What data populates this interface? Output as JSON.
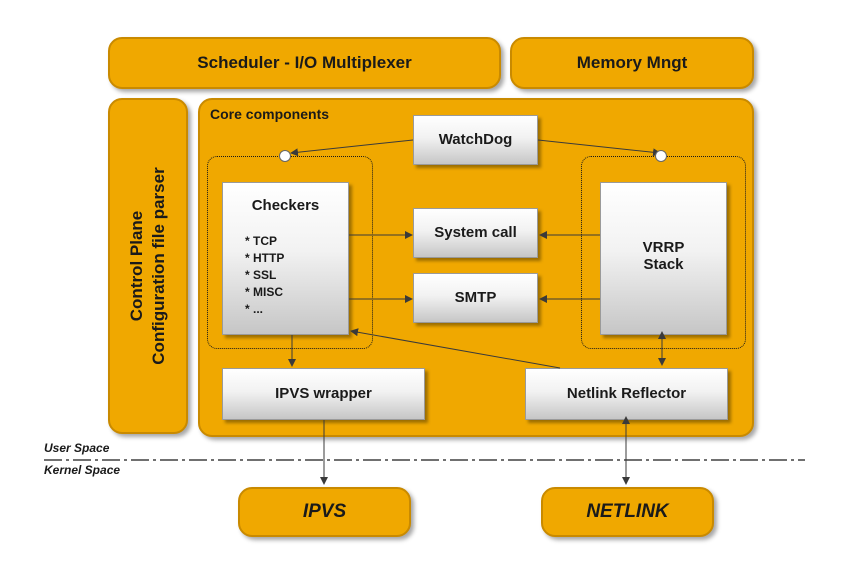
{
  "scheduler": {
    "label": "Scheduler - I/O Multiplexer"
  },
  "memory": {
    "label": "Memory Mngt"
  },
  "control_plane": {
    "line1": "Control Plane",
    "line2": "Configuration file parser"
  },
  "core": {
    "label": "Core components"
  },
  "watchdog": {
    "label": "WatchDog"
  },
  "checkers": {
    "title": "Checkers",
    "items": [
      "* TCP",
      "* HTTP",
      "* SSL",
      "* MISC",
      "* ..."
    ]
  },
  "system_call": {
    "label": "System call"
  },
  "smtp": {
    "label": "SMTP"
  },
  "vrrp": {
    "line1": "VRRP",
    "line2": "Stack"
  },
  "ipvs_wrapper": {
    "label": "IPVS wrapper"
  },
  "netlink_reflector": {
    "label": "Netlink Reflector"
  },
  "user_space": {
    "label": "User Space"
  },
  "kernel_space": {
    "label": "Kernel Space"
  },
  "ipvs": {
    "label": "IPVS"
  },
  "netlink": {
    "label": "NETLINK"
  }
}
